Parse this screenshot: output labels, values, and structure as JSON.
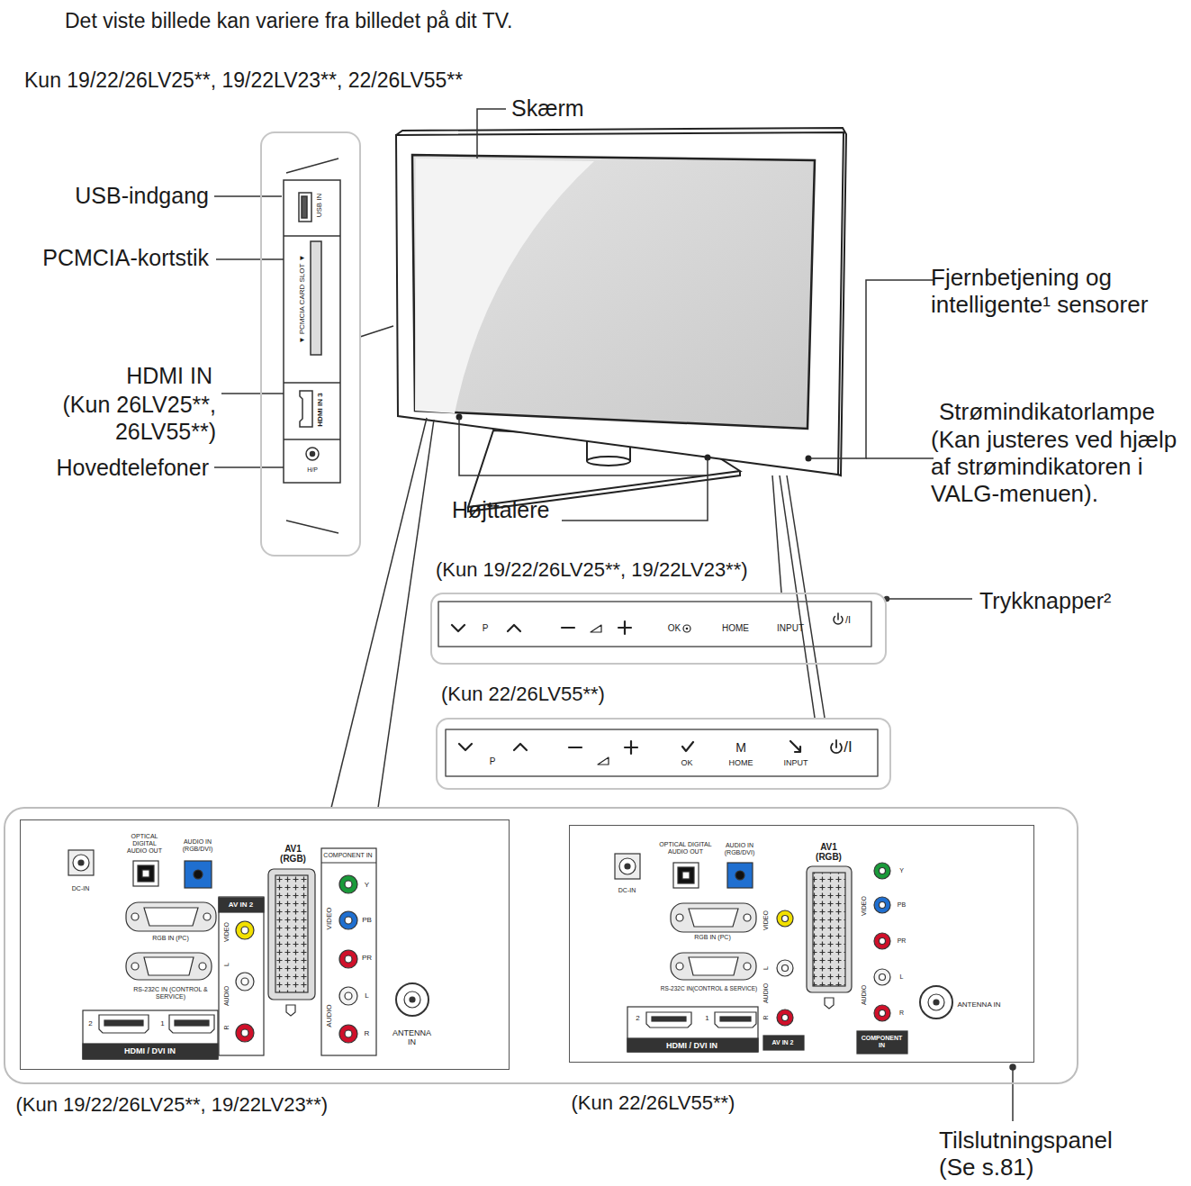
{
  "diagram": {
    "nodes": [
      {
        "text": [
          "USB IN",
          "▼ PCMCIA CARD SLOT ▼",
          "HDMI IN 3",
          "H/P"
        ]
      },
      {
        "text": [
          "(Kun 19/22/26LV25**, 19/22LV23**)",
          "P",
          "OK",
          "HOME",
          "INPUT",
          "/I"
        ]
      },
      {
        "text": [
          "(Kun 22/26LV55**)",
          "P",
          "OK",
          "M",
          "HOME",
          "INPUT",
          "/I"
        ]
      },
      {
        "text": [
          "(Kun 19/22/26LV25**, 19/22LV23**)",
          "DC-IN",
          "OPTICAL DIGITAL AUDIO OUT",
          "AUDIO IN (RGB/DVI)",
          "AV1 (RGB)",
          "COMPONENT IN",
          "Y",
          "PB",
          "PR",
          "L",
          "R",
          "VIDEO",
          "AUDIO",
          "RGB IN (PC)",
          "RS-232C IN (CONTROL & SERVICE)",
          "AV IN 2",
          "VIDEO",
          "L",
          "AUDIO",
          "R",
          "2",
          "1",
          "HDMI / DVI IN",
          "ANTENNA IN"
        ]
      },
      {
        "text": [
          "(Kun 22/26LV55**)",
          "DC-IN",
          "OPTICAL DIGITAL AUDIO OUT",
          "AUDIO IN (RGB/DVI)",
          "AV1 (RGB)",
          "VIDEO",
          "Y",
          "PB",
          "PR",
          "L",
          "R",
          "AUDIO",
          "COMPONENT IN",
          "RGB IN (PC)",
          "RS-232C IN(CONTROL & SERVICE)",
          "VIDEO",
          "L",
          "AUDIO",
          "R",
          "AV IN 2",
          "2",
          "1",
          "HDMI / DVI IN",
          "ANTENNA IN"
        ]
      }
    ],
    "labels": [
      "Det viste billede kan variere fra billedet på dit TV.",
      "Kun 19/22/26LV25**, 19/22LV23**, 22/26LV55**",
      "Skærm",
      "USB-indgang",
      "PCMCIA-kortstik",
      "HDMI IN",
      "(Kun 26LV25**, 26LV55**)",
      "Hovedtelefoner",
      "Højttalere",
      "Fjernbetjening og intelligente¹ sensorer",
      "Strømindikatorlampe",
      "(Kan justeres ved hjælp af strømindikatoren i VALG-menuen).",
      "Trykknapper²",
      "Tilslutningspanel (Se s.81)"
    ]
  }
}
